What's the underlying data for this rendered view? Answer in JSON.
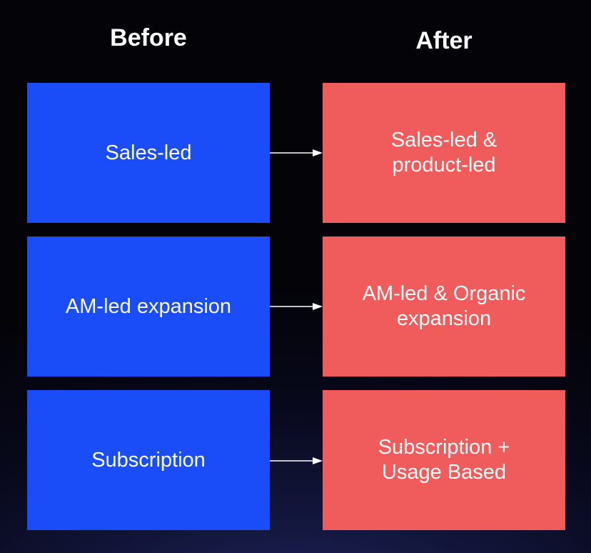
{
  "headers": {
    "before": "Before",
    "after": "After"
  },
  "rows": [
    {
      "before": "Sales-led",
      "after": "Sales-led &\nproduct-led"
    },
    {
      "before": "AM-led expansion",
      "after": "AM-led & Organic\nexpansion"
    },
    {
      "before": "Subscription",
      "after": "Subscription +\nUsage Based"
    }
  ],
  "colors": {
    "before_box": "#1a4cf7",
    "after_box": "#f05b5b",
    "arrow": "#ffffff"
  }
}
